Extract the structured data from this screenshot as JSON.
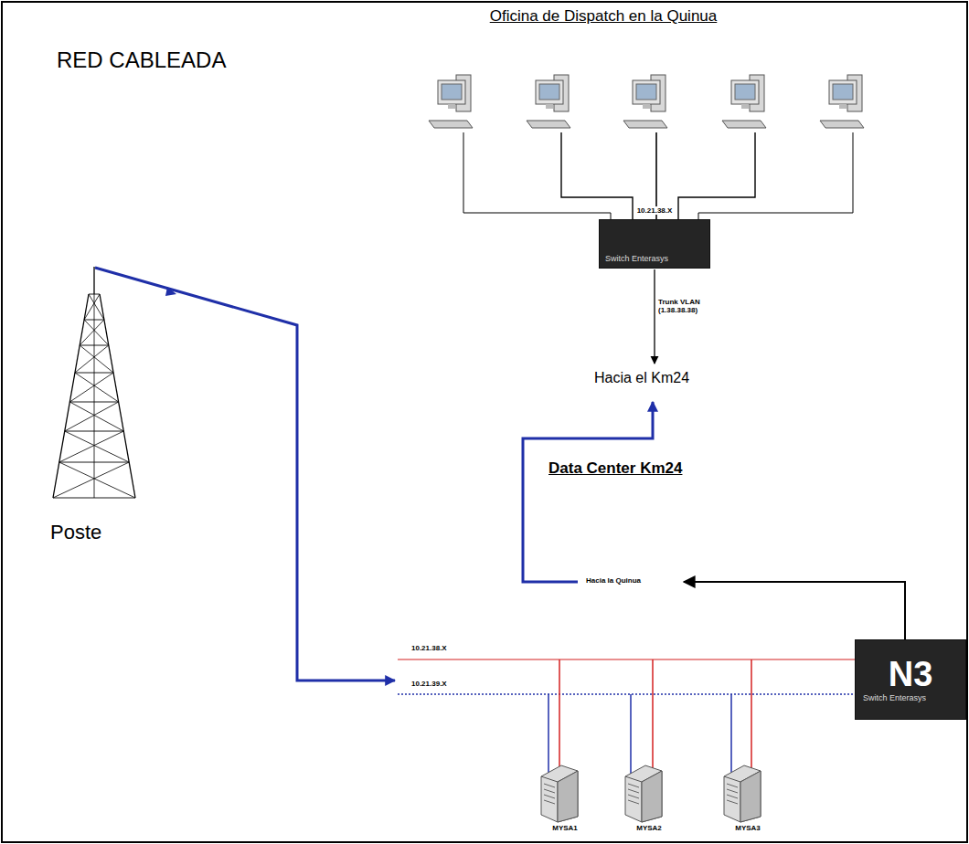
{
  "diagram": {
    "title": "RED CABLEADA",
    "nodes": [
      {
        "text": [
          "Switch Enterasys"
        ]
      },
      {
        "text": [
          "N3",
          "Switch Enterasys"
        ]
      },
      {
        "text": [
          "MYSA1"
        ]
      },
      {
        "text": [
          "MYSA2"
        ]
      },
      {
        "text": [
          "MYSA3"
        ]
      }
    ],
    "labels": [
      "Oficina de Dispatch en la Quinua",
      "10.21.38.X",
      "Trunk VLAN (1.38.38.38)",
      "Hacia el Km24",
      "Data Center Km24",
      "Hacia la Quinua",
      "10.21.38.X",
      "10.21.39.X",
      "Poste"
    ]
  }
}
